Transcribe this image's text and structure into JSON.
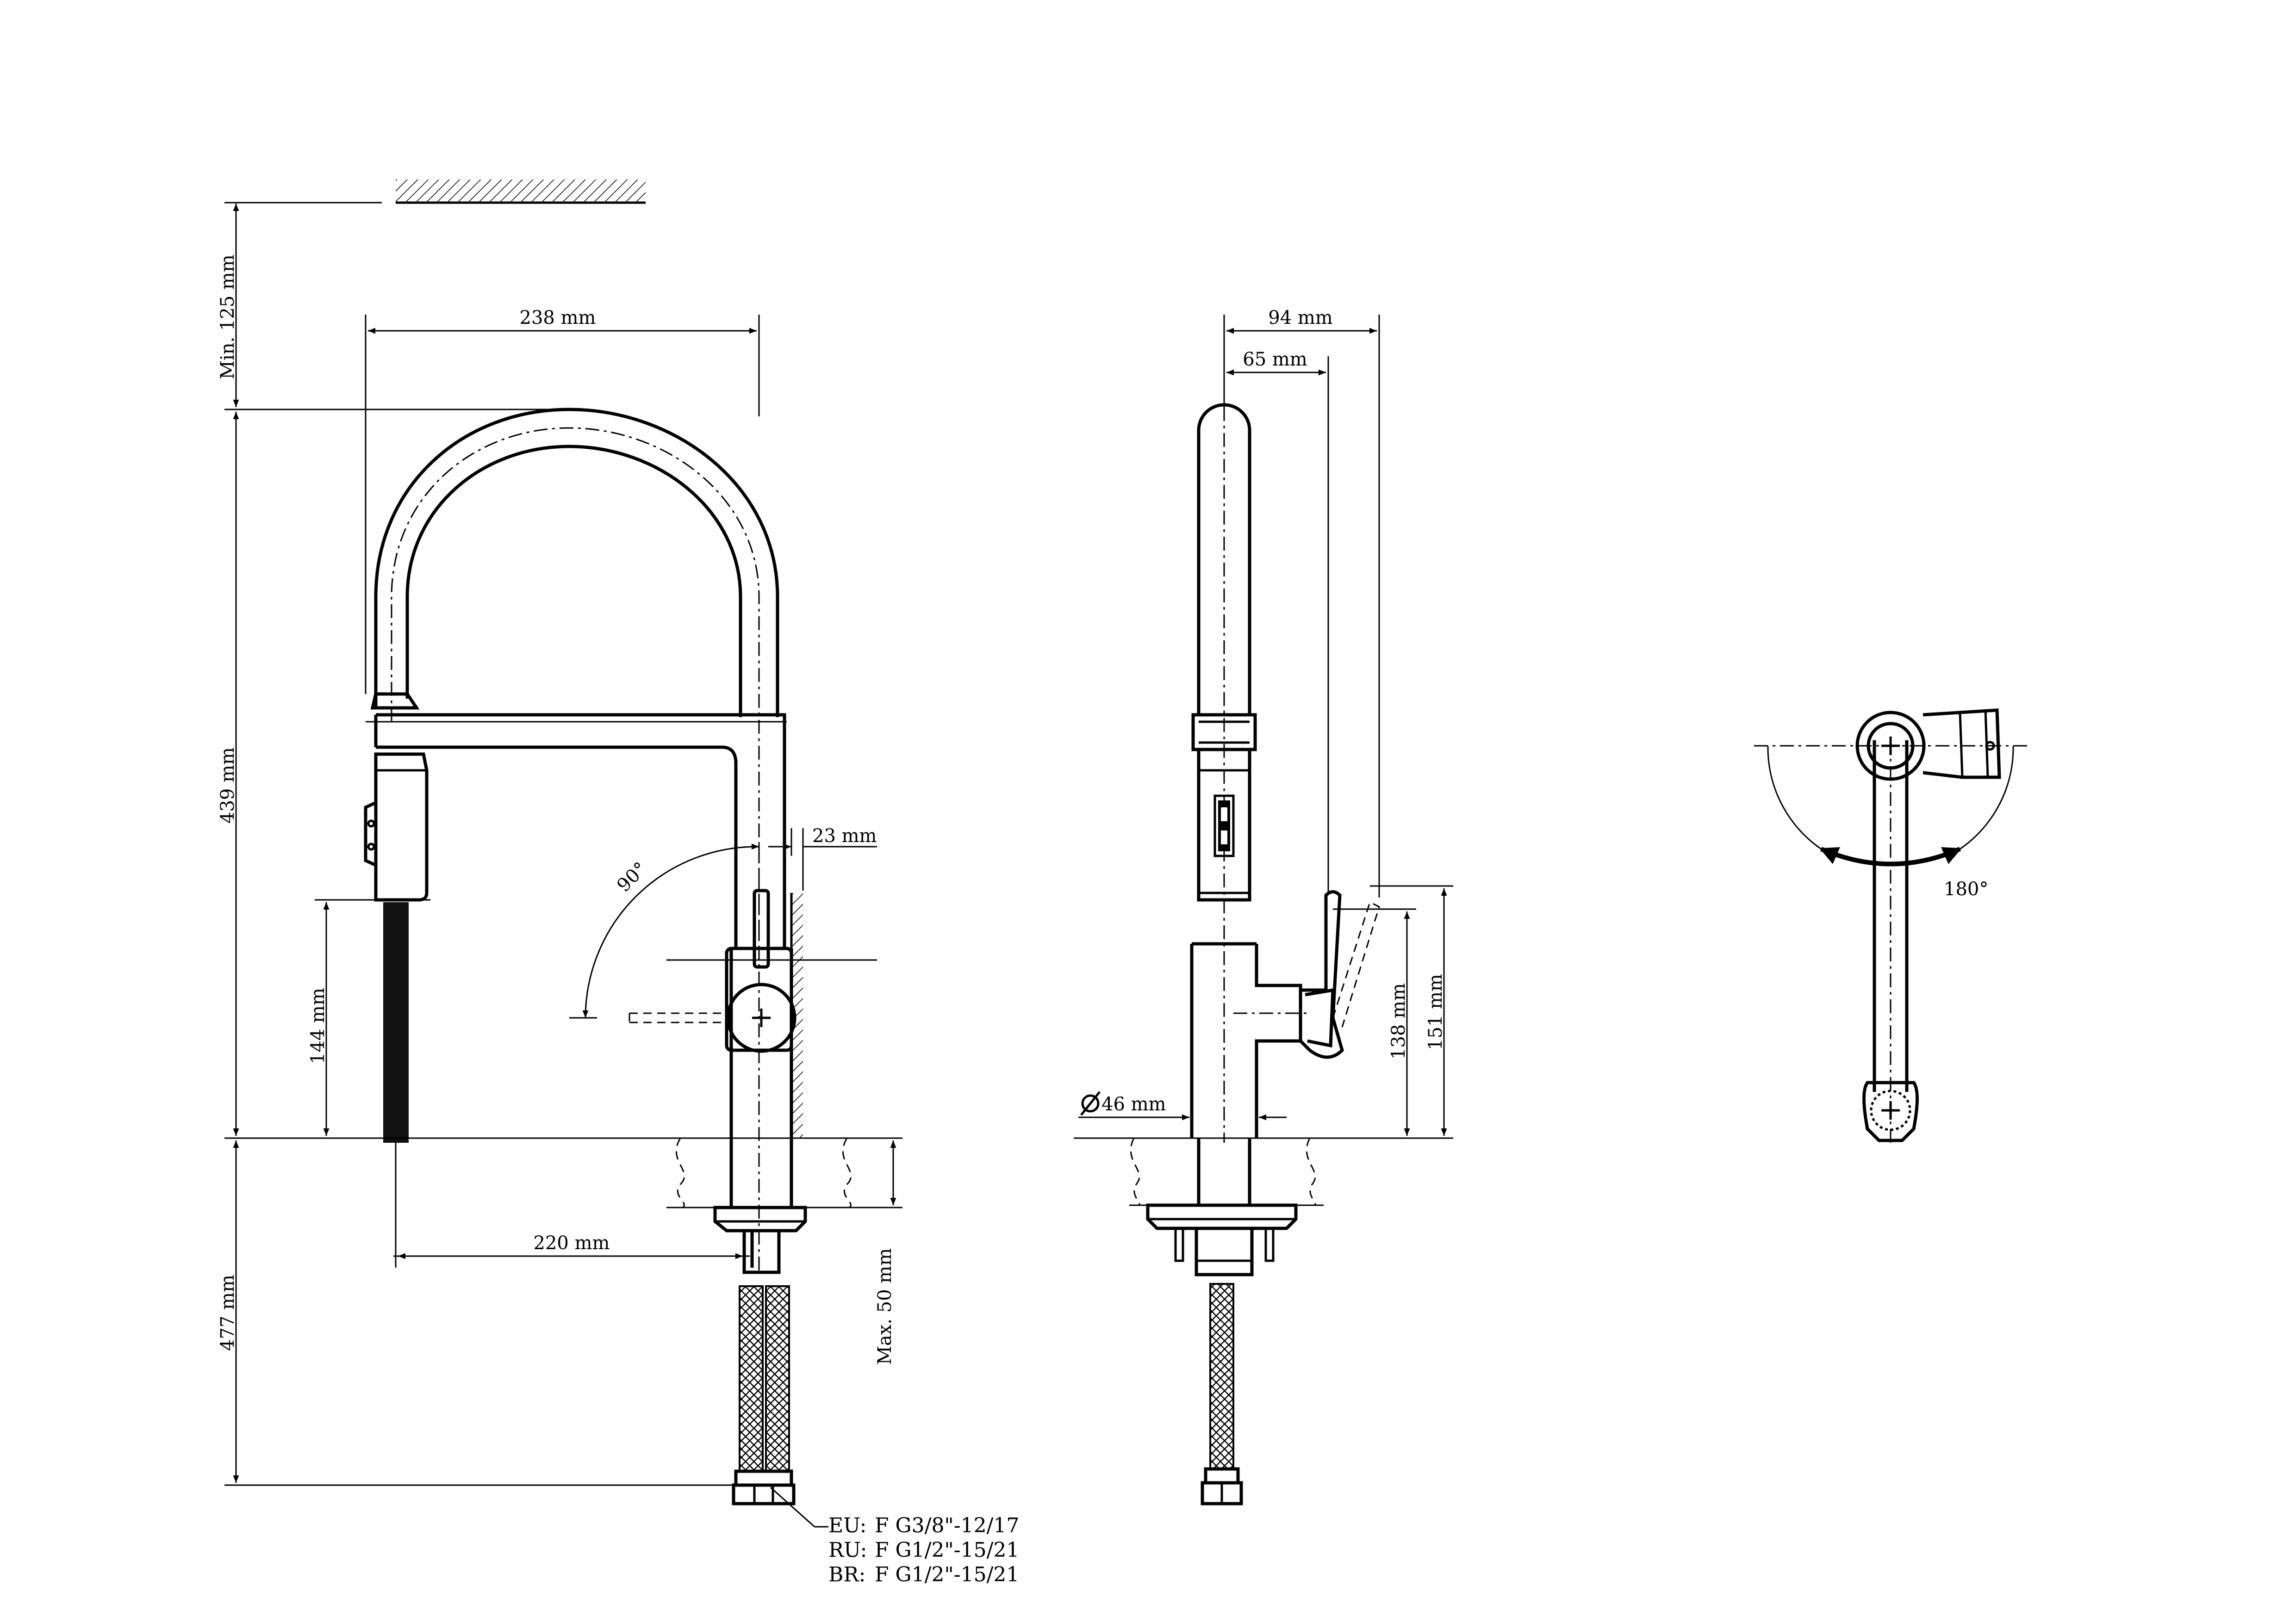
{
  "dimensions": {
    "min_125": "Min. 125 mm",
    "w_238": "238 mm",
    "h_439": "439 mm",
    "w_23": "23 mm",
    "angle_90": "90°",
    "h_144": "144 mm",
    "w_220": "220 mm",
    "max_50": "Max. 50 mm",
    "h_477": "477 mm",
    "w_94": "94 mm",
    "w_65": "65 mm",
    "d_46": "46 mm",
    "h_138": "138 mm",
    "h_151": "151 mm",
    "angle_180": "180°"
  },
  "connections": [
    {
      "region": "EU:",
      "spec": "F  G3/8\"-12/17"
    },
    {
      "region": "RU:",
      "spec": "F  G1/2\"-15/21"
    },
    {
      "region": "BR:",
      "spec": "F  G1/2\"-15/21"
    }
  ],
  "colors": {
    "line": "#000000",
    "background": "#ffffff"
  }
}
